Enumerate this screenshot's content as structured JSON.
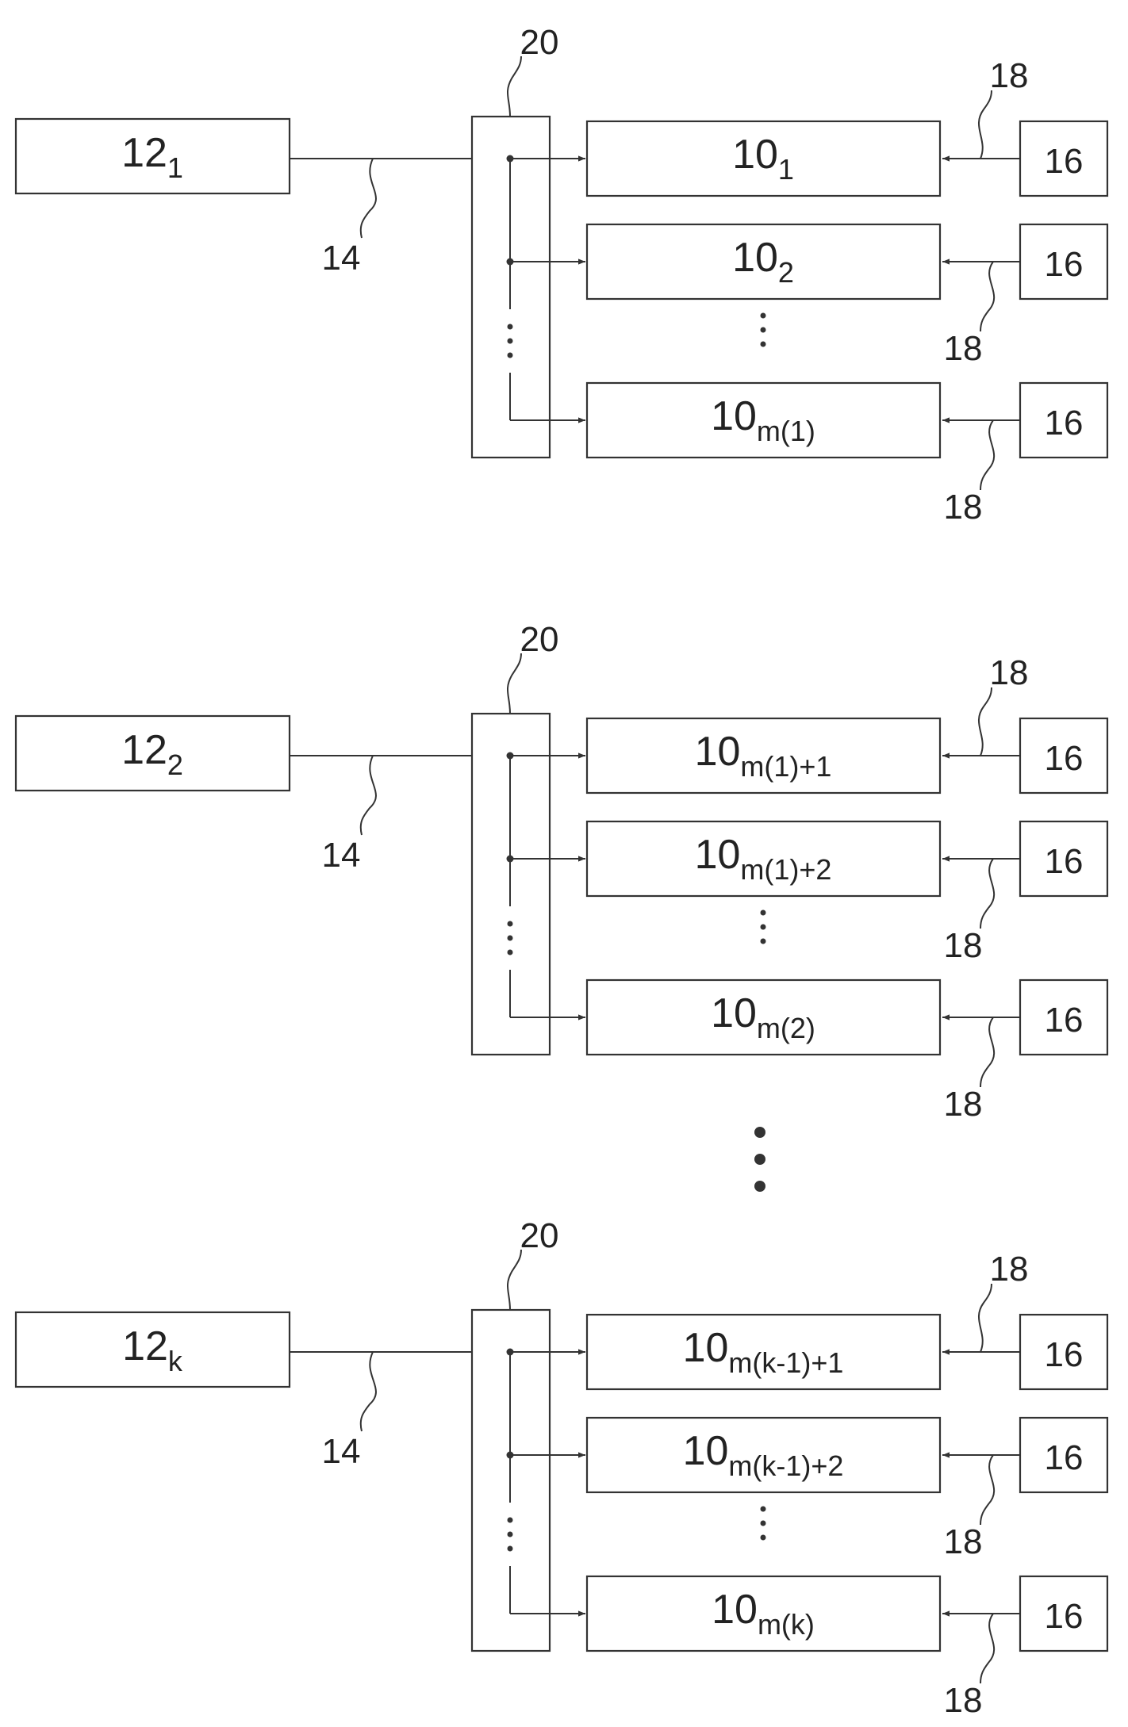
{
  "colors": {
    "line": "#333333",
    "text": "#222222",
    "background": "#ffffff"
  },
  "groups": [
    {
      "source": {
        "base": "12",
        "sub": "1"
      },
      "line_label": "14",
      "splitter_label": "20",
      "units": [
        {
          "base": "10",
          "sub": "1"
        },
        {
          "base": "10",
          "sub": "2"
        },
        {
          "base": "10",
          "sub": "m(1)"
        }
      ],
      "sensor_label": "16",
      "lead_label": "18"
    },
    {
      "source": {
        "base": "12",
        "sub": "2"
      },
      "line_label": "14",
      "splitter_label": "20",
      "units": [
        {
          "base": "10",
          "sub": "m(1)+1"
        },
        {
          "base": "10",
          "sub": "m(1)+2"
        },
        {
          "base": "10",
          "sub": "m(2)"
        }
      ],
      "sensor_label": "16",
      "lead_label": "18"
    },
    {
      "source": {
        "base": "12",
        "sub": "k"
      },
      "line_label": "14",
      "splitter_label": "20",
      "units": [
        {
          "base": "10",
          "sub": "m(k-1)+1"
        },
        {
          "base": "10",
          "sub": "m(k-1)+2"
        },
        {
          "base": "10",
          "sub": "m(k)"
        }
      ],
      "sensor_label": "16",
      "lead_label": "18"
    }
  ]
}
